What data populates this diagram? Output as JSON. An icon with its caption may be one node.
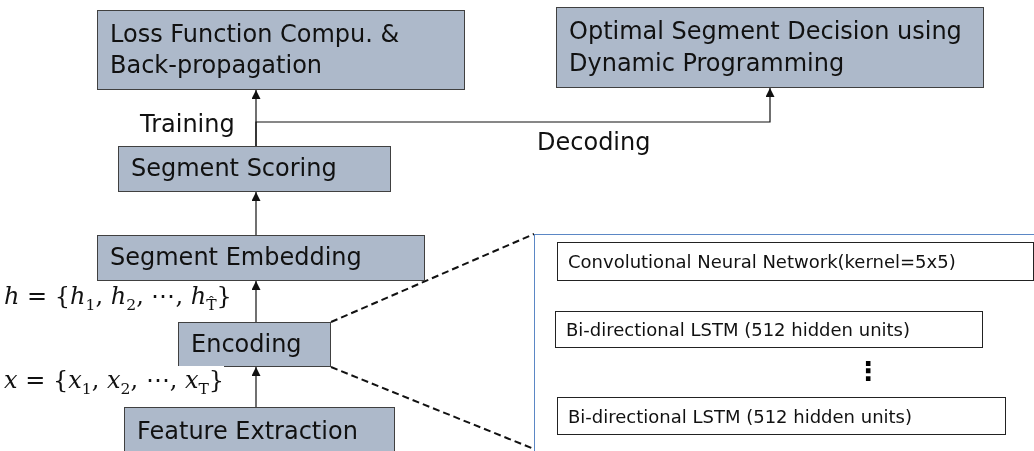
{
  "diagram": {
    "nodes": [
      {
        "text": [
          "Loss Function Compu. & Back-propagation"
        ]
      },
      {
        "text": [
          "Optimal Segment Decision using Dynamic Programming"
        ]
      },
      {
        "text": [
          "Segment Scoring"
        ]
      },
      {
        "text": [
          "Segment Embedding"
        ]
      },
      {
        "text": [
          "Encoding"
        ]
      },
      {
        "text": [
          "Feature Extraction"
        ]
      },
      {
        "text": [],
        "shape": "box"
      },
      {
        "text": [
          "Convolutional Neural Network(kernel=5x5)"
        ],
        "in": 6
      },
      {
        "text": [
          "Bi-directional LSTM (512 hidden units)"
        ],
        "in": 6
      },
      {
        "text": [
          "Bi-directional LSTM (512 hidden units)"
        ],
        "in": 6
      }
    ],
    "edges": [
      {
        "from": 2,
        "to": 0,
        "arrow": "to",
        "label": "Training"
      },
      {
        "from": 2,
        "to": 1,
        "arrow": "to",
        "label": "Decoding"
      },
      {
        "from": 3,
        "to": 2,
        "arrow": "to"
      },
      {
        "from": 4,
        "to": 3,
        "arrow": "to",
        "label": "*h* = {*h*$_{1}$, *h*$_{2}$, ⋯, *h*$_{T̂}$}"
      },
      {
        "from": 5,
        "to": 4,
        "arrow": "to",
        "label": "*x* = {*x*$_{1}$, *x*$_{2}$, ⋯, *x*$_{T}$}"
      },
      {
        "from": 4,
        "to": 6,
        "arrow": "none",
        "style": "dashed"
      },
      {
        "from": 4,
        "to": 6,
        "arrow": "none",
        "style": "dashed"
      }
    ],
    "labels": [
      "⋮"
    ]
  }
}
